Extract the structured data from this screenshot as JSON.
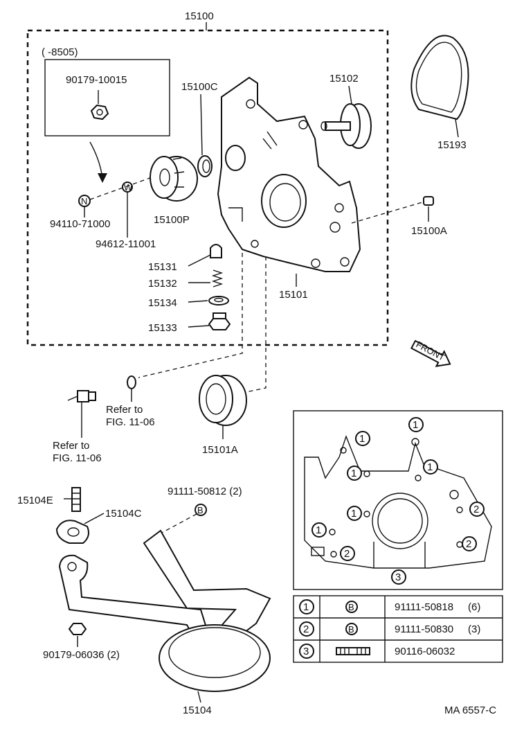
{
  "labels": {
    "assy": "15100",
    "date_range": "(     -8505)",
    "nut_old": "90179-10015",
    "n_symbol": "N",
    "w_symbol": "W",
    "b_symbol": "B",
    "nut_n": "94110-71000",
    "washer_w": "94612-11001",
    "gear_p": "15100P",
    "oil_seal_c": "15100C",
    "rotor": "15102",
    "gasket": "15193",
    "plug_a": "15100A",
    "valve": "15131",
    "spring": "15132",
    "retainer": "15134",
    "valve_plug": "15133",
    "pump_body": "15101",
    "front": "FRONT",
    "refer1_a": "Refer to",
    "refer1_b": "FIG. 11-06",
    "refer2_a": "Refer to",
    "refer2_b": "FIG. 11-06",
    "seal_a": "15101A",
    "stud": "15104E",
    "gasket_c": "15104C",
    "bolt_b": "91111-50812 (2)",
    "nut_bottom": "90179-06036 (2)",
    "strainer": "15104",
    "drawing_no": "MA 6557-C"
  },
  "inset": {
    "markers": [
      "1",
      "2",
      "3"
    ],
    "rows": [
      {
        "marker": "1",
        "symbol": "B",
        "part": "91111-50818",
        "qty": "(6)"
      },
      {
        "marker": "2",
        "symbol": "B",
        "part": "91111-50830",
        "qty": "(3)"
      },
      {
        "marker": "3",
        "symbol": "",
        "part": "90116-06032",
        "qty": ""
      }
    ]
  }
}
